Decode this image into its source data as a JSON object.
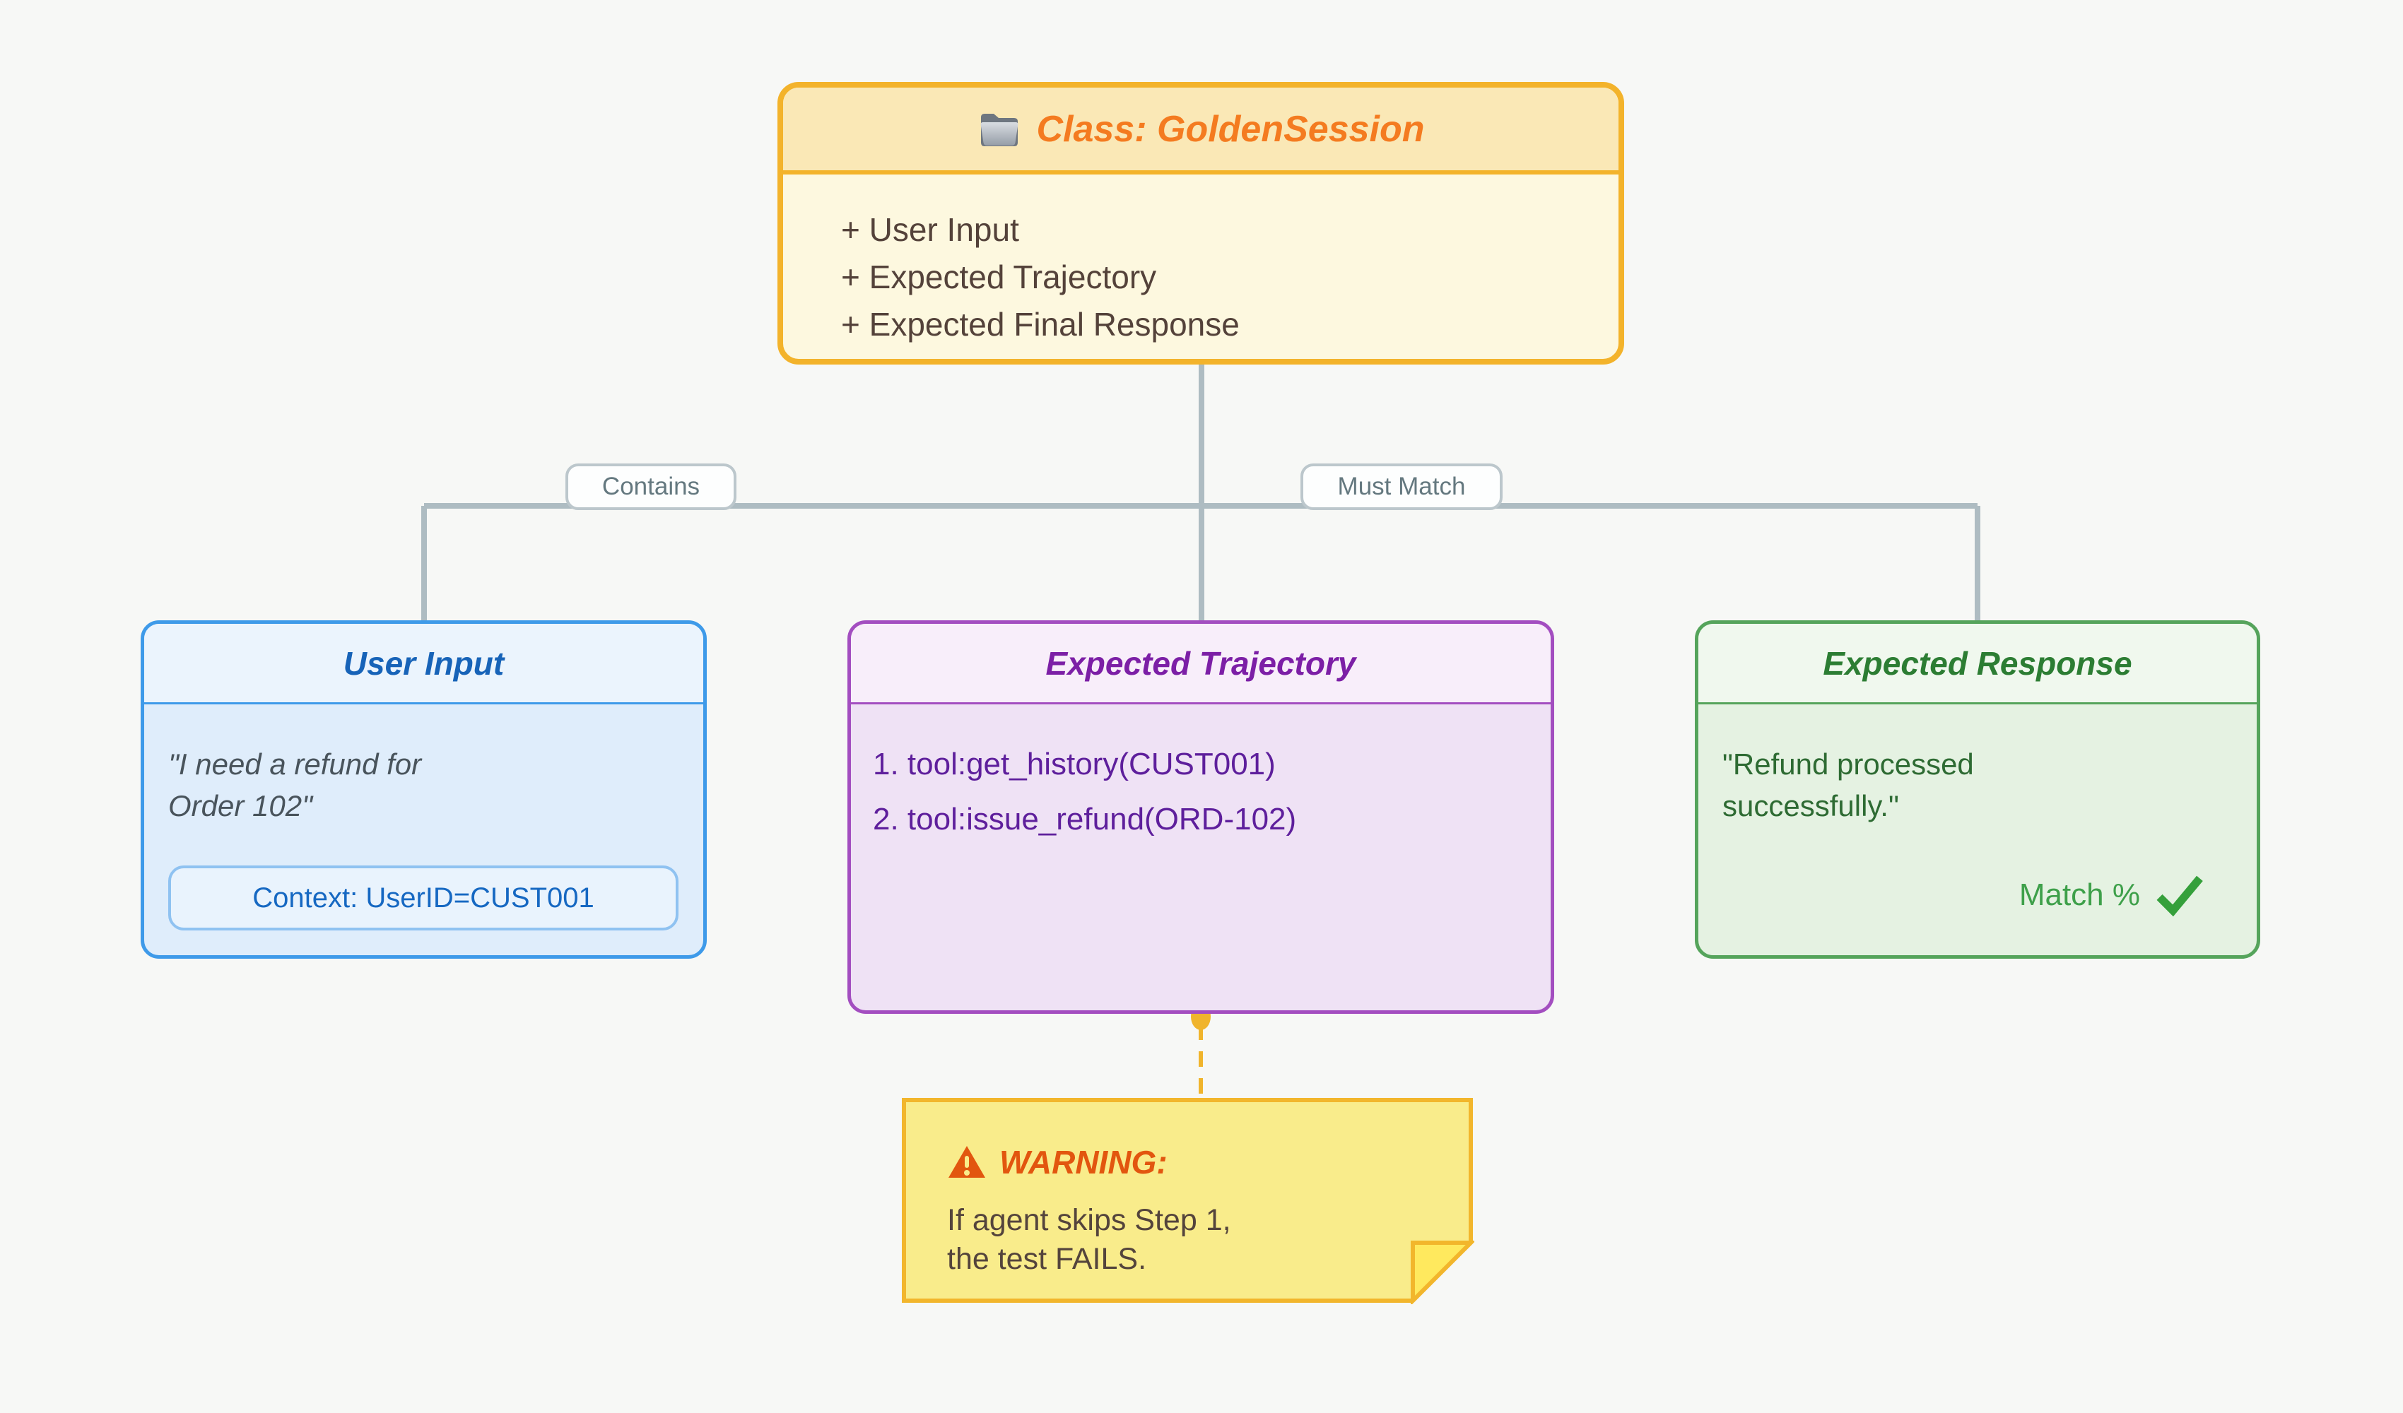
{
  "class_box": {
    "icon": "folder-icon",
    "title": "Class: GoldenSession",
    "attributes": [
      "+ User Input",
      "+ Expected Trajectory",
      "+ Expected Final Response"
    ]
  },
  "edges": {
    "left_label": "Contains",
    "right_label": "Must Match"
  },
  "user_input": {
    "title": "User Input",
    "quote": [
      "\"I need a refund for",
      "Order 102\""
    ],
    "context": "Context: UserID=CUST001"
  },
  "trajectory": {
    "title": "Expected Trajectory",
    "steps": [
      "1. tool:get_history(CUST001)",
      "2. tool:issue_refund(ORD-102)"
    ]
  },
  "response": {
    "title": "Expected Response",
    "quote": [
      "\"Refund processed",
      "successfully.\""
    ],
    "match_label": "Match %",
    "check": "check-icon"
  },
  "note": {
    "icon": "warning-icon",
    "heading": "WARNING:",
    "lines": [
      "If agent skips Step 1,",
      "the test FAILS."
    ]
  },
  "colors": {
    "background": "#f7f8f6",
    "edge_line": "#aebcc2",
    "edge_label_text": "#64787f",
    "edge_label_border": "#bcc7cc",
    "class_border": "#f3b32b",
    "class_header_bg": "#fae8b6",
    "class_body_bg": "#fdf8df",
    "class_title": "#f47b20",
    "class_text": "#54423a",
    "input_border": "#3e9ae9",
    "input_header_bg": "#ebf4fd",
    "input_body_bg": "#dfedfb",
    "input_title": "#1763b8",
    "input_text": "#49545c",
    "context_bg": "#e9f3fd",
    "context_border": "#8fc2f1",
    "context_text": "#1668c2",
    "trajectory_border": "#a34ec0",
    "trajectory_header_bg": "#f8eefa",
    "trajectory_body_bg": "#efe2f5",
    "trajectory_title": "#7c1fa6",
    "trajectory_text": "#5e1f9c",
    "response_border": "#55a45b",
    "response_header_bg": "#f0f8ee",
    "response_body_bg": "#e5f2e2",
    "response_title": "#2c7d33",
    "response_text": "#2e6b33",
    "match_text": "#3ea04a",
    "check_mark": "#35a03b",
    "note_border": "#f2b62c",
    "note_bg": "#f9ec8b",
    "note_fold": "#ffe95e",
    "note_warning": "#e2560f",
    "note_text": "#54443c",
    "dashed_line": "#f0b42c"
  }
}
